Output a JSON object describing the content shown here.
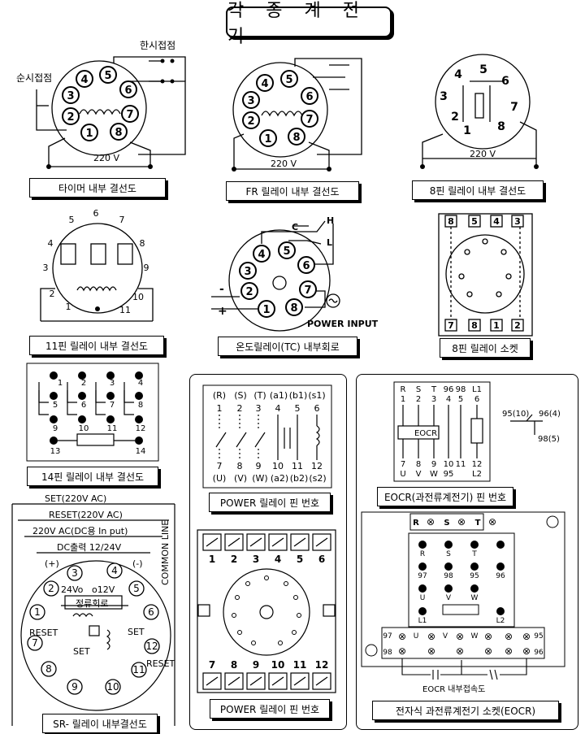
{
  "title": "각 종 계 전 기",
  "captions": {
    "timer": "타이머 내부 결선도",
    "fr": "FR 릴레이 내부 결선도",
    "pin8": "8핀 릴레이 내부 결선도",
    "pin11": "11핀 릴레이 내부 결선도",
    "tc": "온도릴레이(TC) 내부회로",
    "socket8": "8핀 릴레이 소켓",
    "pin14": "14핀 릴레이 내부 결선도",
    "power_pin1": "POWER 릴레이 핀 번호",
    "power_pin2": "POWER 릴레이 핀 번호",
    "eocr_pin": "EOCR(과전류계전기) 핀 번호",
    "eocr_socket": "전자식 과전류계전기 소켓(EOCR)",
    "sr": "SR- 릴레이 내부결선도"
  },
  "timer": {
    "instant_label": "순시접점",
    "delay_label": "한시접점",
    "voltage": "220 V",
    "pins": [
      "1",
      "2",
      "3",
      "4",
      "5",
      "6",
      "7",
      "8"
    ]
  },
  "fr": {
    "voltage": "220 V",
    "pins": [
      "1",
      "2",
      "3",
      "4",
      "5",
      "6",
      "7",
      "8"
    ]
  },
  "pin8": {
    "voltage": "220 V",
    "pins": [
      "1",
      "2",
      "3",
      "4",
      "5",
      "6",
      "7",
      "8"
    ]
  },
  "pin11": {
    "pins": [
      "1",
      "2",
      "3",
      "4",
      "5",
      "6",
      "7",
      "8",
      "9",
      "10",
      "11"
    ]
  },
  "tc": {
    "c": "C",
    "h": "H",
    "l": "L",
    "power_input": "POWER INPUT",
    "minus": "-",
    "plus": "+",
    "pins": [
      "1",
      "2",
      "3",
      "4",
      "5",
      "6",
      "7",
      "8"
    ]
  },
  "socket8": {
    "top": [
      "8",
      "5",
      "4",
      "3"
    ],
    "bottom": [
      "7",
      "8",
      "1",
      "2"
    ]
  },
  "pin14": {
    "pins": [
      "1",
      "2",
      "3",
      "4",
      "5",
      "6",
      "7",
      "8",
      "9",
      "10",
      "11",
      "12",
      "13",
      "14"
    ]
  },
  "power1": {
    "top_labels": [
      "(R)",
      "(S)",
      "(T)",
      "(a1)",
      "(b1)",
      "(s1)"
    ],
    "top_nums": [
      "1",
      "2",
      "3",
      "4",
      "5",
      "6"
    ],
    "bot_nums": [
      "7",
      "8",
      "9",
      "10",
      "11",
      "12"
    ],
    "bot_labels": [
      "(U)",
      "(V)",
      "(W)",
      "(a2)",
      "(b2)",
      "(s2)"
    ]
  },
  "power2": {
    "top": [
      "1",
      "2",
      "3",
      "4",
      "5",
      "6"
    ],
    "bottom": [
      "7",
      "8",
      "9",
      "10",
      "11",
      "12"
    ]
  },
  "eocr": {
    "top_letters": [
      "R",
      "S",
      "T",
      "96",
      "98",
      "L1"
    ],
    "top_nums": [
      "1",
      "2",
      "3",
      "4",
      "5",
      "6"
    ],
    "box": "EOCR",
    "bot_nums": [
      "7",
      "8",
      "9",
      "10",
      "11",
      "12"
    ],
    "bot_letters": [
      "U",
      "V",
      "W",
      "95",
      "",
      "L2"
    ],
    "contact_a": "95(10)",
    "contact_b": "96(4)",
    "contact_c": "98(5)"
  },
  "eocr_socket": {
    "top_r": "R",
    "top_s": "S",
    "top_t": "T",
    "grid": [
      [
        "R",
        "S",
        "T",
        ""
      ],
      [
        "97",
        "98",
        "95",
        "96"
      ],
      [
        "U",
        "V",
        "W",
        ""
      ],
      [
        "L1",
        "",
        "",
        "L2"
      ]
    ],
    "bottom_letters": [
      "U",
      "V",
      "W"
    ],
    "left_nums": [
      "97",
      "98"
    ],
    "right_nums": [
      "95",
      "96"
    ],
    "inner_note": "EOCR 내부접속도"
  },
  "sr": {
    "set": "SET(220V AC)",
    "reset": "RESET(220V AC)",
    "ac": "220V AC(DC용 In put)",
    "dc": "DC출력 12/24V",
    "plus": "(+)",
    "minus": "(-)",
    "v24": "24Vo",
    "v12": "o12V",
    "rect": "정류회로",
    "reset_l": "RESET",
    "set_l": "SET",
    "set_r": "SET",
    "reset_r": "RESET",
    "common": "COMMON LINE",
    "pins": [
      "1",
      "2",
      "3",
      "4",
      "5",
      "6",
      "7",
      "8",
      "9",
      "10",
      "11",
      "12"
    ]
  }
}
